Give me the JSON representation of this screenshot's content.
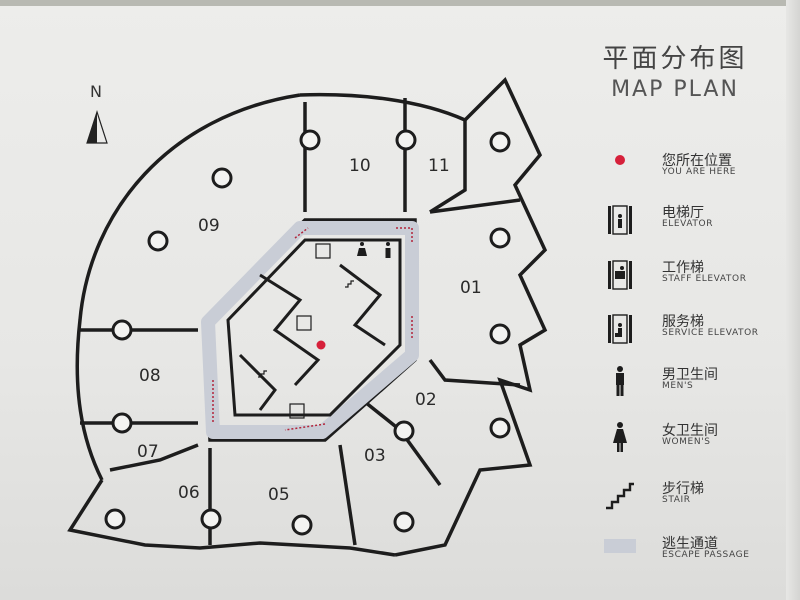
{
  "header": {
    "title_cn": "平面分布图",
    "title_en": "MAP PLAN"
  },
  "compass": {
    "label": "N"
  },
  "rooms": [
    "01",
    "02",
    "03",
    "05",
    "06",
    "07",
    "08",
    "09",
    "10",
    "11"
  ],
  "legend": [
    {
      "cn": "您所在位置",
      "en": "YOU ARE HERE",
      "icon": "you-are-here-icon"
    },
    {
      "cn": "电梯厅",
      "en": "ELEVATOR",
      "icon": "elevator-icon"
    },
    {
      "cn": "工作梯",
      "en": "STAFF ELEVATOR",
      "icon": "staff-elevator-icon"
    },
    {
      "cn": "服务梯",
      "en": "SERVICE ELEVATOR",
      "icon": "service-elevator-icon"
    },
    {
      "cn": "男卫生间",
      "en": "MEN'S",
      "icon": "mens-restroom-icon"
    },
    {
      "cn": "女卫生间",
      "en": "WOMEN'S",
      "icon": "womens-restroom-icon"
    },
    {
      "cn": "步行梯",
      "en": "STAIR",
      "icon": "stair-icon"
    },
    {
      "cn": "逃生通道",
      "en": "ESCAPE PASSAGE",
      "icon": "escape-passage-icon"
    }
  ],
  "colors": {
    "line": "#1d1d1d",
    "here": "#d6203a",
    "escape": "#c9cdd6",
    "arrow": "#b2243a"
  }
}
